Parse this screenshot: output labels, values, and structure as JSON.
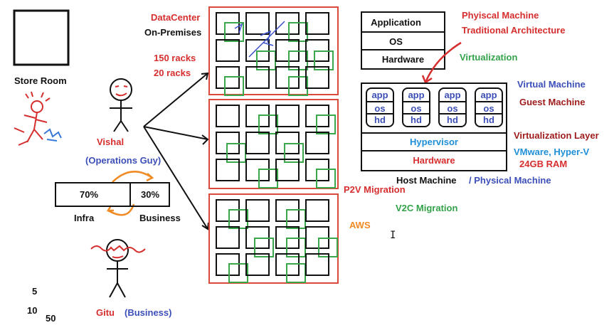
{
  "labels": {
    "store_room": "Store Room",
    "datacenter": "DataCenter",
    "on_premises": "On-Premises",
    "racks_150": "150 racks",
    "racks_20": "20 racks",
    "vishal": "Vishal",
    "operations_guy": "(Operations Guy)",
    "infra_pct": "70%",
    "business_pct": "30%",
    "infra": "Infra",
    "business": "Business",
    "gitu": "Gitu",
    "business_paren": "(Business)",
    "num_5": "5",
    "num_10": "10",
    "num_50": "50",
    "p2v": "P2V Migration",
    "v2c": "V2C Migration",
    "aws": "AWS"
  },
  "traditional_stack": {
    "layers": [
      "Application",
      "OS",
      "Hardware"
    ]
  },
  "notes": {
    "physical_machine": "Phyiscal Machine",
    "traditional_architecture": "Traditional Architecture",
    "virtualization": "Virtualization",
    "virtual_machine": "Virtual Machine",
    "guest_machine": "Guest Machine",
    "virtualization_layer": "Virtualization Layer",
    "vmware": "VMware, Hyper-V",
    "ram": "24GB RAM"
  },
  "host": {
    "vms": [
      {
        "app": "app",
        "os": "os",
        "hd": "hd"
      },
      {
        "app": "app",
        "os": "os",
        "hd": "hd"
      },
      {
        "app": "app",
        "os": "os",
        "hd": "hd"
      },
      {
        "app": "app",
        "os": "os",
        "hd": "hd"
      }
    ],
    "hypervisor": "Hypervisor",
    "hardware": "Hardware",
    "host_machine": "Host Machine",
    "physical_machine": "/ Physical Machine"
  },
  "colors": {
    "red": "#d62e2e",
    "dark_red": "#9e1b1b",
    "blue": "#3c4fb8",
    "cyan": "#1f8fd8",
    "green": "#33a24a",
    "orange": "#f08a24",
    "ink": "#111111"
  }
}
